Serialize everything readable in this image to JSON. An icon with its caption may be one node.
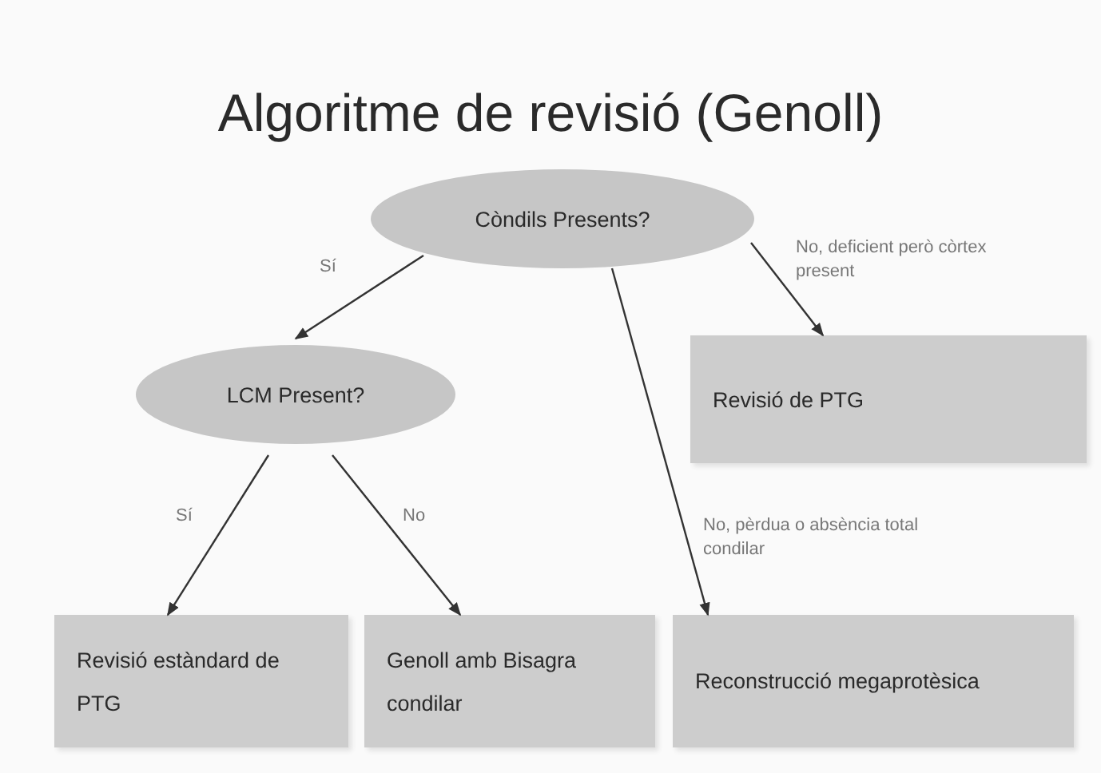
{
  "diagram": {
    "title": "Algoritme de revisió (Genoll)",
    "nodes": [
      {
        "text": [
          "Còndils Presents?"
        ]
      },
      {
        "text": [
          "Revisió de PTG"
        ]
      },
      {
        "text": [
          "LCM Present?"
        ]
      },
      {
        "text": [
          "Revisió estàndard de PTG"
        ]
      },
      {
        "text": [
          "Genoll amb Bisagra condilar"
        ]
      },
      {
        "text": [
          "Reconstrucció megaprotèsica"
        ]
      }
    ],
    "edges": [
      {
        "from": 0,
        "to": 2,
        "arrow": "to",
        "label": "Sí"
      },
      {
        "from": 0,
        "to": 1,
        "arrow": "to",
        "label": "No, deficient però còrtex present"
      },
      {
        "from": 0,
        "to": 5,
        "arrow": "to",
        "label": "No, pèrdua o absència total condilar"
      },
      {
        "from": 2,
        "to": 3,
        "arrow": "to",
        "label": "Sí"
      },
      {
        "from": 2,
        "to": 4,
        "arrow": "to",
        "label": "No"
      }
    ]
  }
}
